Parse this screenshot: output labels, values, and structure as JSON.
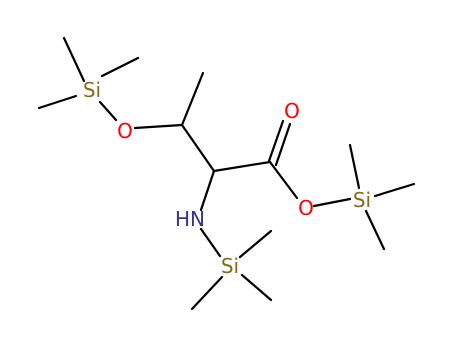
{
  "molecule": {
    "atom_labels": {
      "si_top": "Si",
      "o_ether": "O",
      "o_carbonyl": "O",
      "o_ester": "O",
      "si_ester": "Si",
      "nh": "HN",
      "si_amine": "Si"
    },
    "colors": {
      "bond": "#000000",
      "silicon": "#8b6914",
      "oxygen": "#ff0000",
      "nitrogen": "#333399"
    }
  }
}
